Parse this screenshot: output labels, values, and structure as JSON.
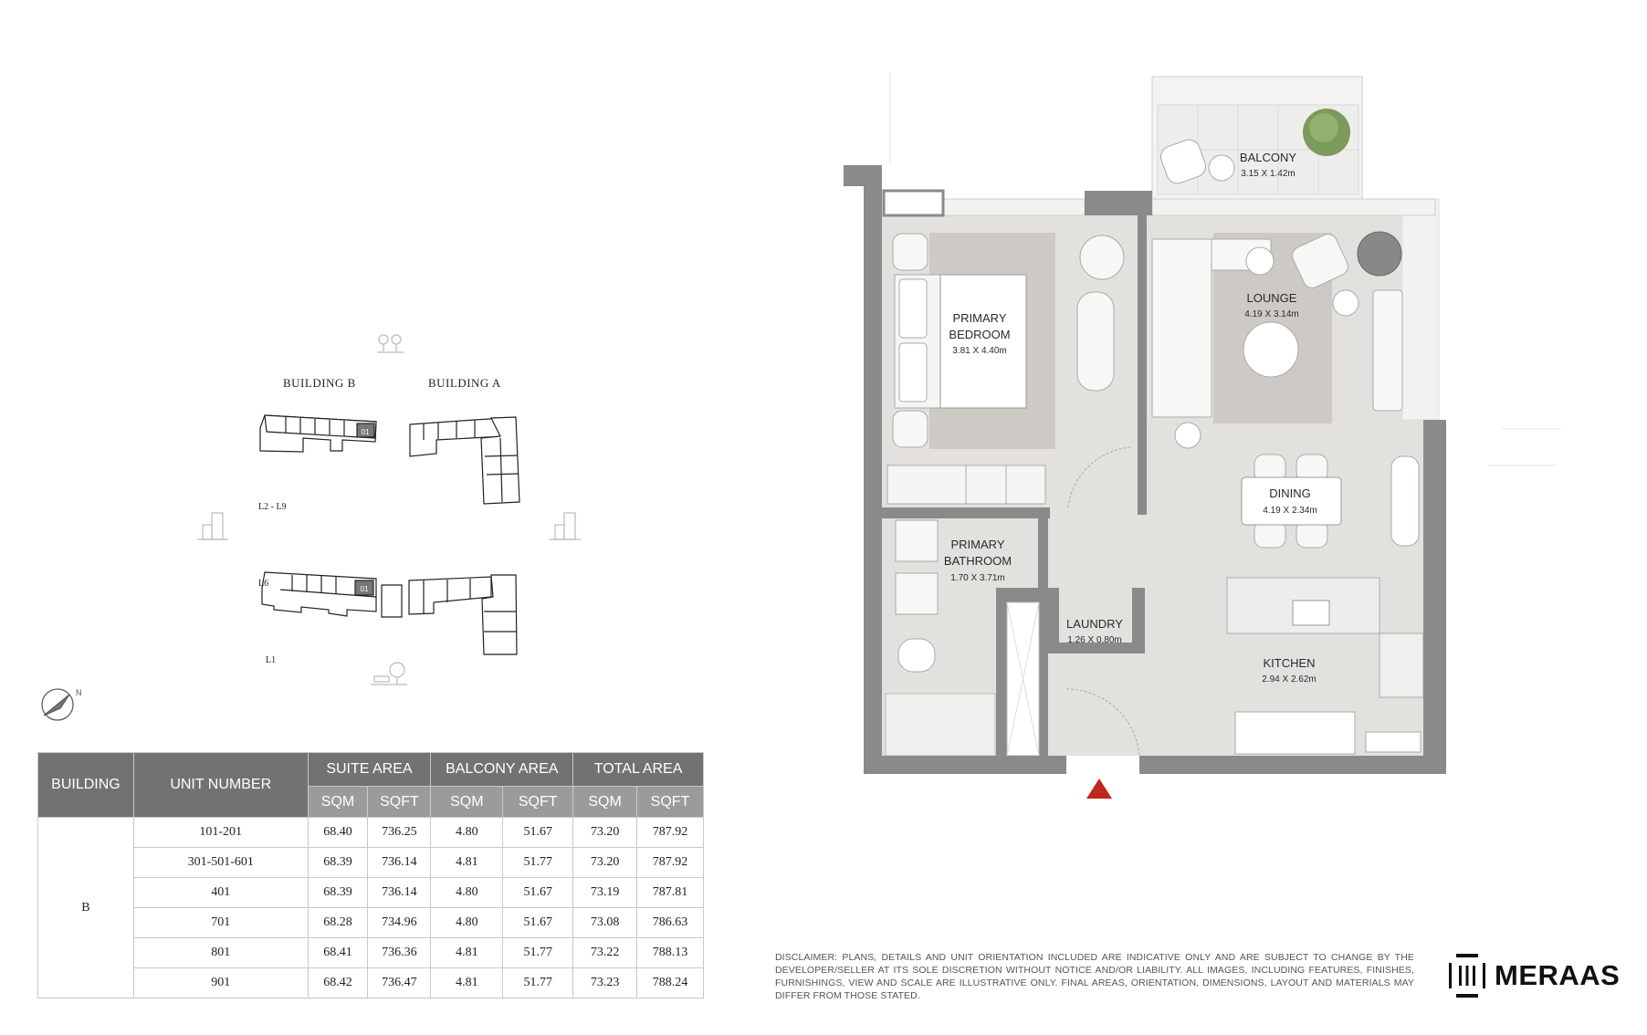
{
  "key_plan": {
    "building_b_label": "BUILDING B",
    "building_a_label": "BUILDING A",
    "unit_tag": "01",
    "level_upper": "L2 - L9",
    "level_l6": "L6",
    "level_l1": "L1",
    "compass_label": "N"
  },
  "floor_plan": {
    "rooms": [
      {
        "name": "BALCONY",
        "dims": "3.15 X 1.42m"
      },
      {
        "name": "PRIMARY",
        "name2": "BEDROOM",
        "dims": "3.81 X 4.40m"
      },
      {
        "name": "LOUNGE",
        "dims": "4.19 X 3.14m"
      },
      {
        "name": "DINING",
        "dims": "4.19 X 2.34m"
      },
      {
        "name": "PRIMARY",
        "name2": "BATHROOM",
        "dims": "1.70 X 3.71m"
      },
      {
        "name": "LAUNDRY",
        "dims": "1.26 X 0.80m"
      },
      {
        "name": "KITCHEN",
        "dims": "2.94 X 2.62m"
      }
    ],
    "entrance_color": "#c0261c"
  },
  "table": {
    "headers": {
      "building": "BUILDING",
      "unit_number": "UNIT NUMBER",
      "suite_area": "SUITE AREA",
      "balcony_area": "BALCONY AREA",
      "total_area": "TOTAL AREA",
      "sqm": "SQM",
      "sqft": "SQFT"
    },
    "building": "B",
    "rows": [
      [
        "101-201",
        "68.40",
        "736.25",
        "4.80",
        "51.67",
        "73.20",
        "787.92"
      ],
      [
        "301-501-601",
        "68.39",
        "736.14",
        "4.81",
        "51.77",
        "73.20",
        "787.92"
      ],
      [
        "401",
        "68.39",
        "736.14",
        "4.80",
        "51.67",
        "73.19",
        "787.81"
      ],
      [
        "701",
        "68.28",
        "734.96",
        "4.80",
        "51.67",
        "73.08",
        "786.63"
      ],
      [
        "801",
        "68.41",
        "736.36",
        "4.81",
        "51.77",
        "73.22",
        "788.13"
      ],
      [
        "901",
        "68.42",
        "736.47",
        "4.81",
        "51.77",
        "73.23",
        "788.24"
      ]
    ]
  },
  "disclaimer": "DISCLAIMER: PLANS, DETAILS AND UNIT ORIENTATION INCLUDED ARE INDICATIVE ONLY AND ARE SUBJECT TO CHANGE BY THE DEVELOPER/SELLER AT ITS SOLE DISCRETION WITHOUT NOTICE AND/OR LIABILITY. ALL IMAGES, INCLUDING FEATURES, FINISHES, FURNISHINGS, VIEW AND SCALE ARE ILLUSTRATIVE ONLY. FINAL AREAS, ORIENTATION, DIMENSIONS, LAYOUT AND MATERIALS MAY DIFFER FROM THOSE STATED.",
  "logo": {
    "text": "MERAAS"
  }
}
